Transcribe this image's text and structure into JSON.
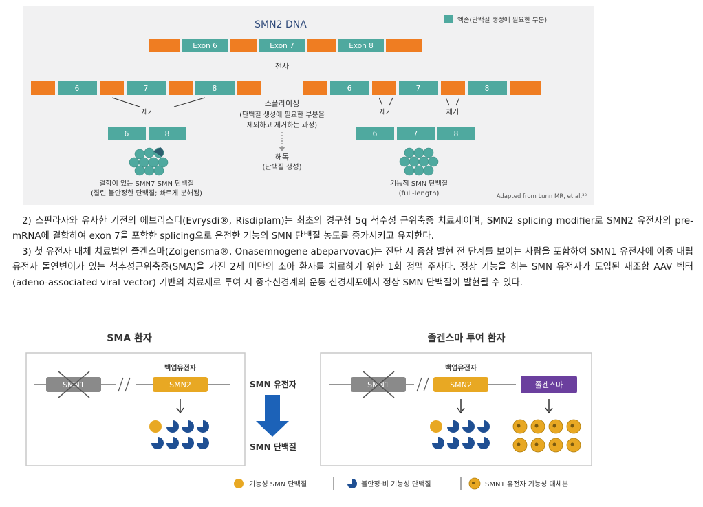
{
  "figure1": {
    "title": "SMN2 DNA",
    "legend": "엑손(단백질 생성에 필요한 부분)",
    "exons_top": [
      "Exon 6",
      "Exon 7",
      "Exon 8"
    ],
    "transcription": "전사",
    "left_exons": [
      "6",
      "7",
      "8"
    ],
    "right_exons": [
      "6",
      "7",
      "8"
    ],
    "removed": "제거",
    "splicing_title": "스플라이싱",
    "splicing_desc_1": "(단백질 생성에 필요한 부분을",
    "splicing_desc_2": "제외하고 제거하는 과정)",
    "translation_title": "해독",
    "translation_desc": "(단백질 생성)",
    "left_result_exons": [
      "6",
      "8"
    ],
    "right_result_exons": [
      "6",
      "7",
      "8"
    ],
    "left_caption_1": "결함이 있는 SMN7 SMN 단백질",
    "left_caption_2": "(잘린 불안정한 단백질; 빠르게 분해됨)",
    "right_caption_1": "기능적 SMN 단백질",
    "right_caption_2": "(full-length)",
    "credit": "Adapted from Lunn MR, et al.³⁰",
    "colors": {
      "exon": "#4fa99f",
      "intron": "#ef7d22",
      "background": "#f1f1f2",
      "title": "#2f4a7a"
    }
  },
  "paragraphs": [
    "2) 스핀라자와 유사한 기전의 에브리스디(Evrysdi®, Risdiplam)는 최초의 경구형 5q 척수성 근위축증 치료제이며, SMN2 splicing modifier로 SMN2 유전자의 pre-mRNA에 결합하여 exon 7을 포함한 splicing으로 온전한 기능의 SMN 단백질 농도를 증가시키고 유지한다.",
    "3) 첫 유전자 대체 치료법인 졸겐스마(Zolgensma®, Onasemnogene abeparvovac)는 진단 시 증상 발현 전 단계를 보이는 사람을 포함하여 SMN1 유전자에 이중 대립 유전자 돌연변이가 있는 척추성근위축증(SMA)을 가진 2세 미만의 소아 환자를 치료하기 위한 1회 정맥 주사다. 정상 기능을 하는 SMN 유전자가 도입된 재조합 AAV 벡터(adeno-associated viral vector) 기반의 치료제로 투여 시 중추신경계의 운동 신경세포에서 정상 SMN 단백질이 발현될 수 있다."
  ],
  "figure2": {
    "left_title": "SMA 환자",
    "right_title": "졸겐스마 투여 환자",
    "smn1": "SMN1",
    "smn2": "SMN2",
    "backup_gene": "백업유전자",
    "zolgensma": "졸겐스마",
    "center_top": "SMN 유전자",
    "center_bottom": "SMN 단백질",
    "legend": [
      "기능성 SMN 단백질",
      "불안정·비 기능성 단백질",
      "SMN1 유전자 기능성 대체본"
    ],
    "colors": {
      "gene_gray": "#8a8a8a",
      "smn2": "#e8a823",
      "zolgensma": "#6b3f9e",
      "protein_blue": "#1f4f93",
      "arrow_blue": "#1c62b8",
      "panel_border": "#c8c8c8"
    }
  }
}
